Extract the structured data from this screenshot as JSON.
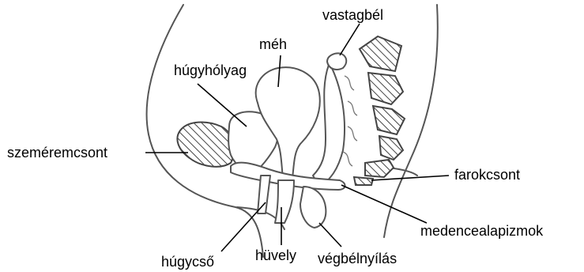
{
  "labels": {
    "vastagbel": "vastagbél",
    "meh": "méh",
    "hugyholyag": "húgyhólyag",
    "szeremcsont": "szeméremcsont",
    "farokcsont": "farokcsont",
    "medencealapizmok": "medencealapizmok",
    "hugycso": "húgycső",
    "huvely": "hüvely",
    "vegbelnyilas": "végbélnyílás"
  },
  "colors": {
    "line": "#555555",
    "leader": "#000000",
    "hatch": "#444444"
  }
}
